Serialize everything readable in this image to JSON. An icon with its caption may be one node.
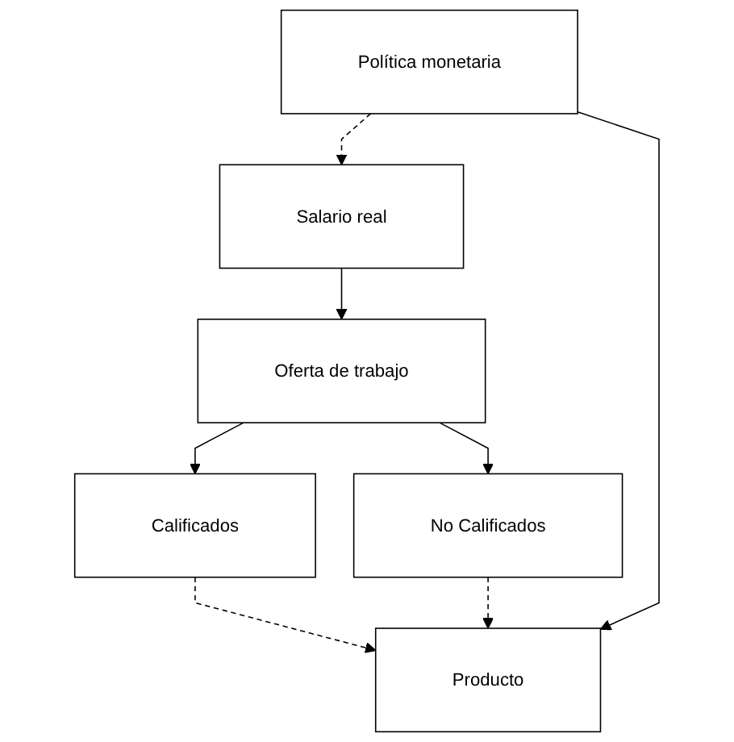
{
  "diagram": {
    "nodes": [
      {
        "text": [
          "Política monetaria"
        ]
      },
      {
        "text": [
          "Salario real"
        ]
      },
      {
        "text": [
          "Oferta de trabajo"
        ]
      },
      {
        "text": [
          "Calificados"
        ]
      },
      {
        "text": [
          "No Calificados"
        ]
      },
      {
        "text": [
          "Producto"
        ]
      }
    ],
    "edges": [
      {
        "from": 0,
        "to": 1,
        "arrow": "to",
        "style": "dashed"
      },
      {
        "from": 1,
        "to": 2,
        "arrow": "to"
      },
      {
        "from": 2,
        "to": 3,
        "arrow": "to"
      },
      {
        "from": 2,
        "to": 4,
        "arrow": "to"
      },
      {
        "from": 3,
        "to": 5,
        "arrow": "to",
        "style": "dashed"
      },
      {
        "from": 4,
        "to": 5,
        "arrow": "to",
        "style": "dashed"
      },
      {
        "from": 0,
        "to": 5,
        "arrow": "to"
      }
    ]
  }
}
